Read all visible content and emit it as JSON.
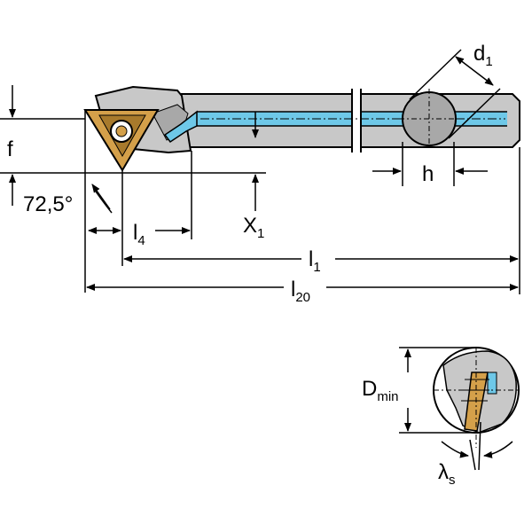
{
  "labels": {
    "f": "f",
    "angle": "72,5°",
    "l4": {
      "main": "l",
      "sub": "4"
    },
    "x1": {
      "main": "X",
      "sub": "1"
    },
    "l1": {
      "main": "l",
      "sub": "1"
    },
    "l20": {
      "main": "l",
      "sub": "20"
    },
    "d1": {
      "main": "d",
      "sub": "1"
    },
    "h": "h",
    "dmin": {
      "main": "D",
      "sub": "min"
    },
    "lambda_s": {
      "main": "λ",
      "sub": "s"
    }
  },
  "colors": {
    "body": "#c8c8c8",
    "body_dark": "#a8a8a8",
    "coolant": "#6ec8e8",
    "insert": "#d4a04a",
    "insert_dark": "#a87a2c",
    "line": "#000000"
  }
}
